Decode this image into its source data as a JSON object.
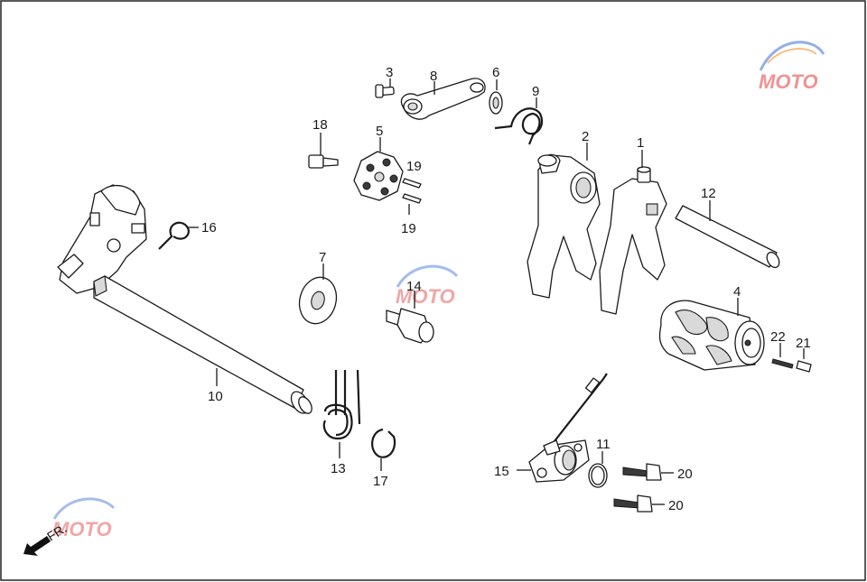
{
  "diagram": {
    "labels": {
      "p1": "1",
      "p2": "2",
      "p3": "3",
      "p4": "4",
      "p5": "5",
      "p6": "6",
      "p7": "7",
      "p8": "8",
      "p9": "9",
      "p10": "10",
      "p11": "11",
      "p12": "12",
      "p13": "13",
      "p14": "14",
      "p15": "15",
      "p16": "16",
      "p17": "17",
      "p18": "18",
      "p19a": "19",
      "p19b": "19",
      "p20a": "20",
      "p20b": "20",
      "p21": "21",
      "p22": "22"
    },
    "direction_label": "FR.",
    "watermark": {
      "text": "MOTO",
      "colors": {
        "red": "#e23a3a",
        "blue": "#3a6fd8",
        "orange": "#f08a24"
      }
    }
  }
}
